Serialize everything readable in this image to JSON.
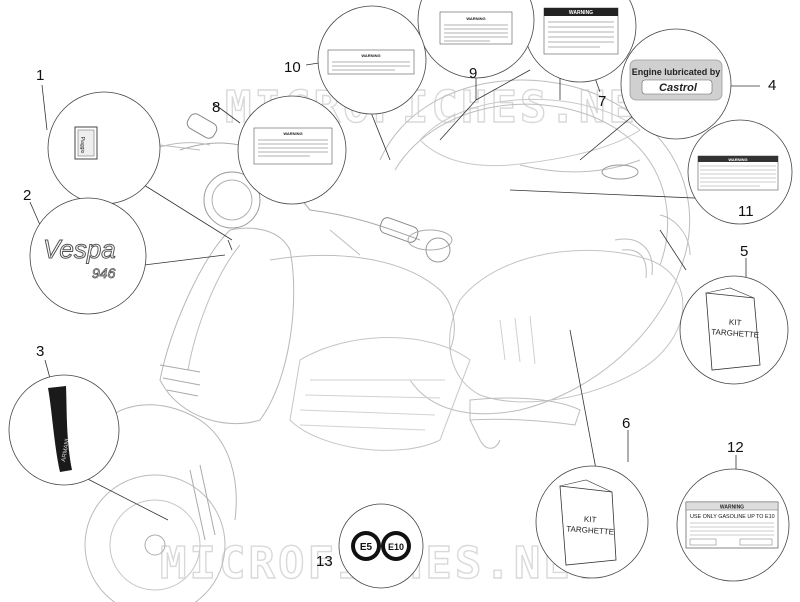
{
  "watermark": "MICROFICHES.NET",
  "callouts": [
    {
      "id": "1",
      "label": "1"
    },
    {
      "id": "2",
      "label": "2"
    },
    {
      "id": "3",
      "label": "3"
    },
    {
      "id": "4",
      "label": "4"
    },
    {
      "id": "5",
      "label": "5"
    },
    {
      "id": "6",
      "label": "6"
    },
    {
      "id": "7",
      "label": "7"
    },
    {
      "id": "8",
      "label": "8"
    },
    {
      "id": "9",
      "label": "9"
    },
    {
      "id": "10",
      "label": "10"
    },
    {
      "id": "11",
      "label": "11"
    },
    {
      "id": "12",
      "label": "12"
    },
    {
      "id": "13",
      "label": "13"
    }
  ],
  "parts": {
    "p1": {
      "logo_text": "Piaggio"
    },
    "p2": {
      "script_text": "Vespa",
      "model_text": "946"
    },
    "p3": {
      "strip_text": "ARMANI"
    },
    "p4": {
      "line1": "Engine lubricated by",
      "line2": "Castrol"
    },
    "p5": {
      "line1": "KIT",
      "line2": "TARGHETTE"
    },
    "p6": {
      "line1": "KIT",
      "line2": "TARGHETTE"
    },
    "p7": {
      "header": "WARNING"
    },
    "p8": {
      "header": "WARNING"
    },
    "p9": {
      "header": "WARNING"
    },
    "p10": {
      "header": "WARNING"
    },
    "p11": {
      "header": "WARNING"
    },
    "p12": {
      "header": "WARNING",
      "line1": "USE ONLY GASOLINE UP TO E10"
    },
    "p13": {
      "badge1": "E5",
      "badge2": "E10"
    }
  }
}
